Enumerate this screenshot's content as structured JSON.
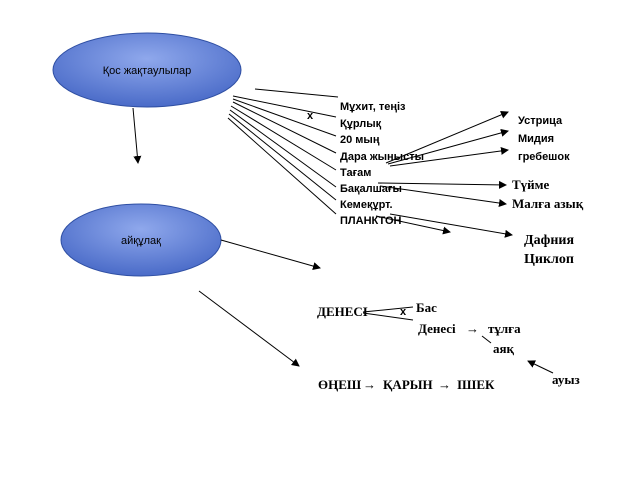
{
  "nodes": {
    "main_ellipse": "Қос жақтаулылар",
    "second_ellipse": "айқұлақ"
  },
  "habitat_list": [
    "Мұхит, теңіз",
    "Құрлық",
    "20 мың",
    "Дара жынысты",
    "Тағам",
    "Бақалшағы",
    "Кемеқұрт.",
    "ПЛАНКТОН"
  ],
  "right_group_1": [
    "Устрица",
    "Мидия",
    "гребешок"
  ],
  "right_group_2": [
    "Түйме",
    "Малға азық"
  ],
  "right_group_3": [
    "Дафния",
    "Циклоп"
  ],
  "x_mark_1": "х",
  "x_mark_2": "х",
  "body": {
    "label": "ДЕНЕСІ",
    "head": "Бас",
    "body_part": "Денесі",
    "arrow_glyph": "→",
    "torso": "тұлға",
    "leg": "аяқ",
    "mouth": "ауыз"
  },
  "digestive": {
    "part1": "ӨҢЕШ",
    "part2": "ҚАРЫН",
    "part3": "ІШЕК",
    "arrow_glyph": "→"
  },
  "colors": {
    "ellipse_fill": "#5d7fd6",
    "ellipse_stroke": "#2f4fa3"
  }
}
